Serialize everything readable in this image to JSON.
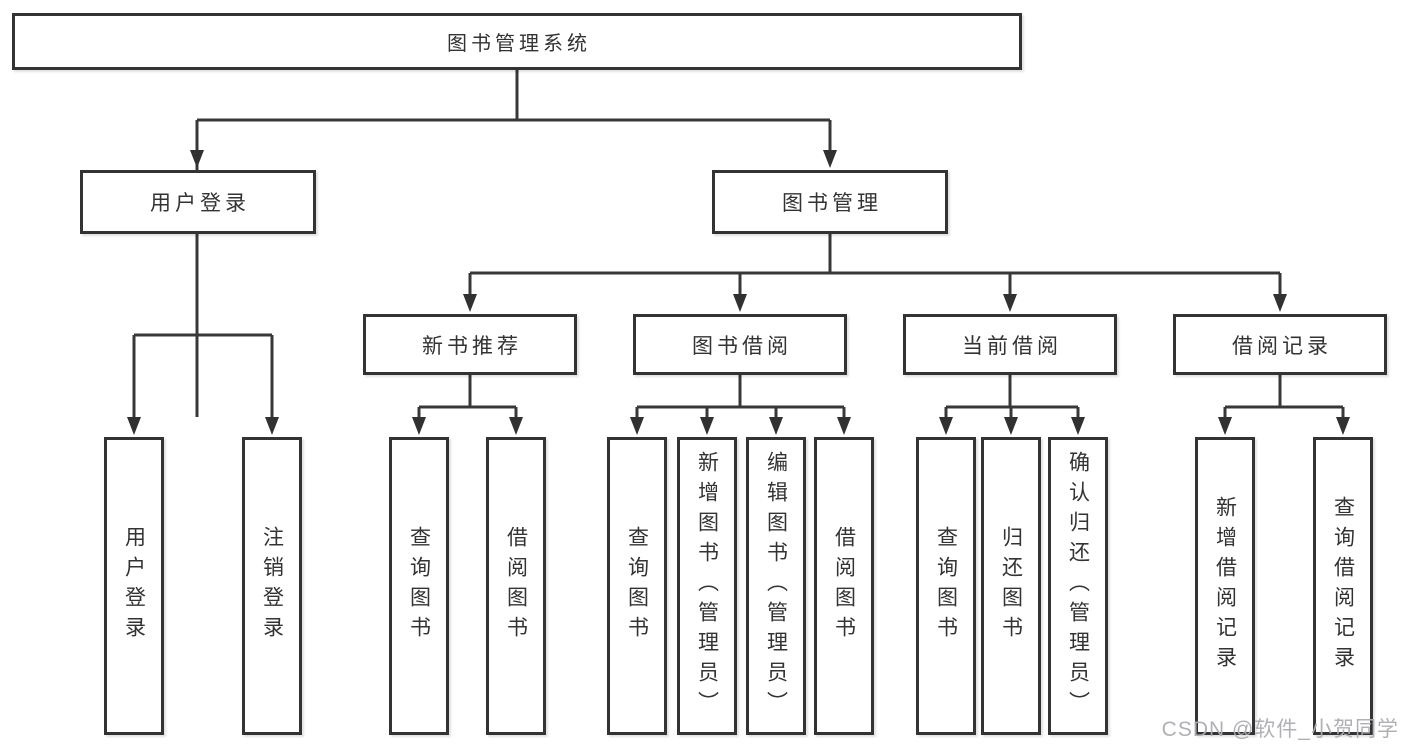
{
  "tree": {
    "root": "图书管理系统",
    "user_login": {
      "label": "用户登录",
      "children": [
        "用户登录",
        "注销登录"
      ]
    },
    "book_mgmt": {
      "label": "图书管理"
    },
    "groups": [
      {
        "label": "新书推荐",
        "children": [
          "查询图书",
          "借阅图书"
        ]
      },
      {
        "label": "图书借阅",
        "children": [
          "查询图书",
          "新增图书（管理员）",
          "编辑图书（管理员）",
          "借阅图书"
        ]
      },
      {
        "label": "当前借阅",
        "children": [
          "查询图书",
          "归还图书",
          "确认归还（管理员）"
        ]
      },
      {
        "label": "借阅记录",
        "children": [
          "新增借阅记录",
          "查询借阅记录"
        ]
      }
    ]
  },
  "watermark": "CSDN @软件_小贺同学",
  "colors": {
    "line": "#383838",
    "border": "#333333",
    "text": "#333333",
    "watermark": "#acacb1",
    "background": "#ffffff"
  }
}
